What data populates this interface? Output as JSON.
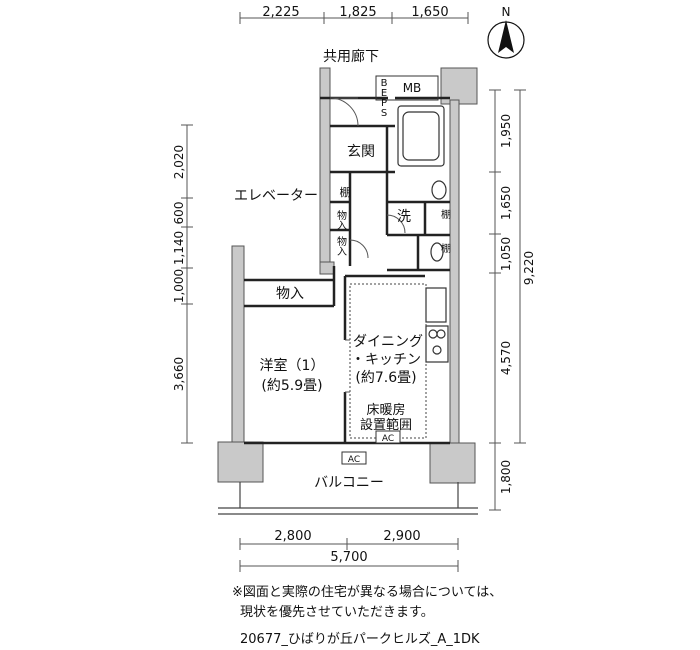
{
  "dimensions": {
    "top": [
      "2,225",
      "1,825",
      "1,650"
    ],
    "right": [
      "1,950",
      "1,650",
      "1,050",
      "4,570",
      "1,800"
    ],
    "right_total": "9,220",
    "left": [
      "2,020",
      "600",
      "1,140",
      "1,000",
      "3,660"
    ],
    "bottom": [
      "2,800",
      "2,900"
    ],
    "bottom_total": "5,700"
  },
  "compass": {
    "label": "N"
  },
  "rooms": {
    "corridor": "共用廊下",
    "entrance": "玄関",
    "elevator": "エレベーター",
    "storage_main": "物入",
    "storage_small_a": "物入",
    "storage_small_b": "物入",
    "washroom": "洗",
    "shelf_a": "棚",
    "shelf_b": "棚",
    "shelf_c": "棚",
    "eps": [
      "B",
      "E",
      "P",
      "S"
    ],
    "mb": "MB",
    "western_room": {
      "name": "洋室（1）",
      "area": "(約5.9畳)"
    },
    "dining_kitchen": {
      "name_a": "ダイニング",
      "name_b": "・キッチン",
      "area": "(約7.6畳)"
    },
    "floor_heating": {
      "line1": "床暖房",
      "line2": "設置範囲"
    },
    "ac_a": "AC",
    "ac_b": "AC",
    "balcony": "バルコニー"
  },
  "notes": {
    "line1": "※図面と実際の住宅が異なる場合については、",
    "line2": "現状を優先させていただきます。"
  },
  "caption": "20677_ひばりが丘パークヒルズ_A_1DK"
}
